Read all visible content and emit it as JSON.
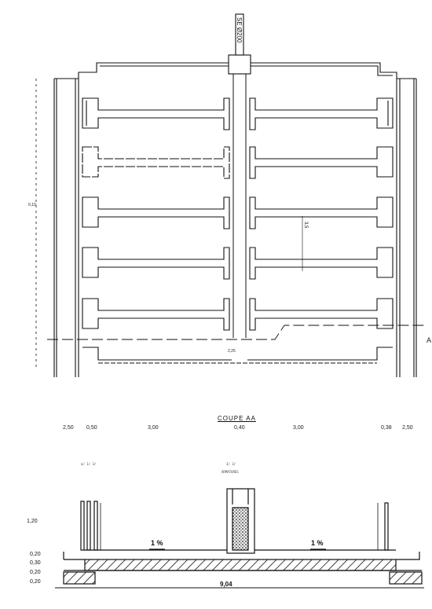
{
  "plan": {
    "pipe_label": "SE Ø200",
    "dimension_vertical": "3,5",
    "dim_small": "2,25",
    "section_mark": "A",
    "small_note": "0,10"
  },
  "section": {
    "title": "COUPE AA",
    "top_dims": [
      "2,50",
      "0,50",
      "3,00",
      "0,40",
      "3,00",
      "0,38",
      "2,50"
    ],
    "slope_left": "1 %",
    "slope_right": "1 %",
    "total_width": "9,04",
    "left_levels": [
      "0,20",
      "0,30",
      "0,20",
      "0,20"
    ],
    "left_height": "1,20",
    "tiny_notes": [
      "a/ 1/ 3/",
      "ARMATURES",
      "3/ 3/"
    ]
  }
}
